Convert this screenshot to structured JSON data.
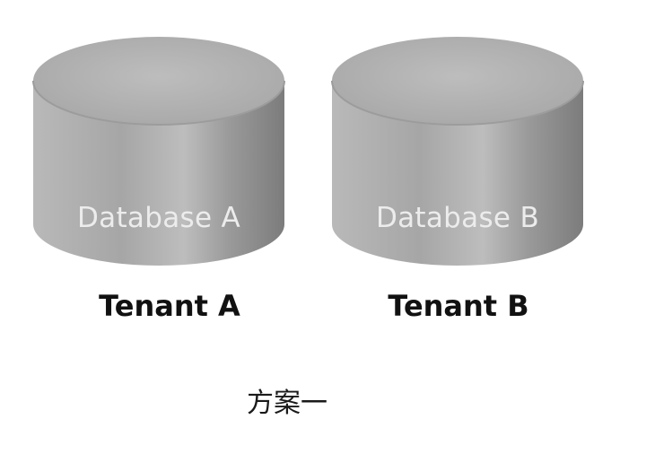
{
  "databases": [
    {
      "label": "Database A"
    },
    {
      "label": "Database B"
    }
  ],
  "tenants": [
    {
      "label": "Tenant A"
    },
    {
      "label": "Tenant B"
    }
  ],
  "caption": "方案一",
  "colors": {
    "cylinder_body_light": "#c4c4c4",
    "cylinder_body_dark": "#808080",
    "cylinder_top": "#b3b3b3",
    "label_on_cylinder": "#ececec",
    "tenant_text": "#111111",
    "background": "#ffffff"
  }
}
